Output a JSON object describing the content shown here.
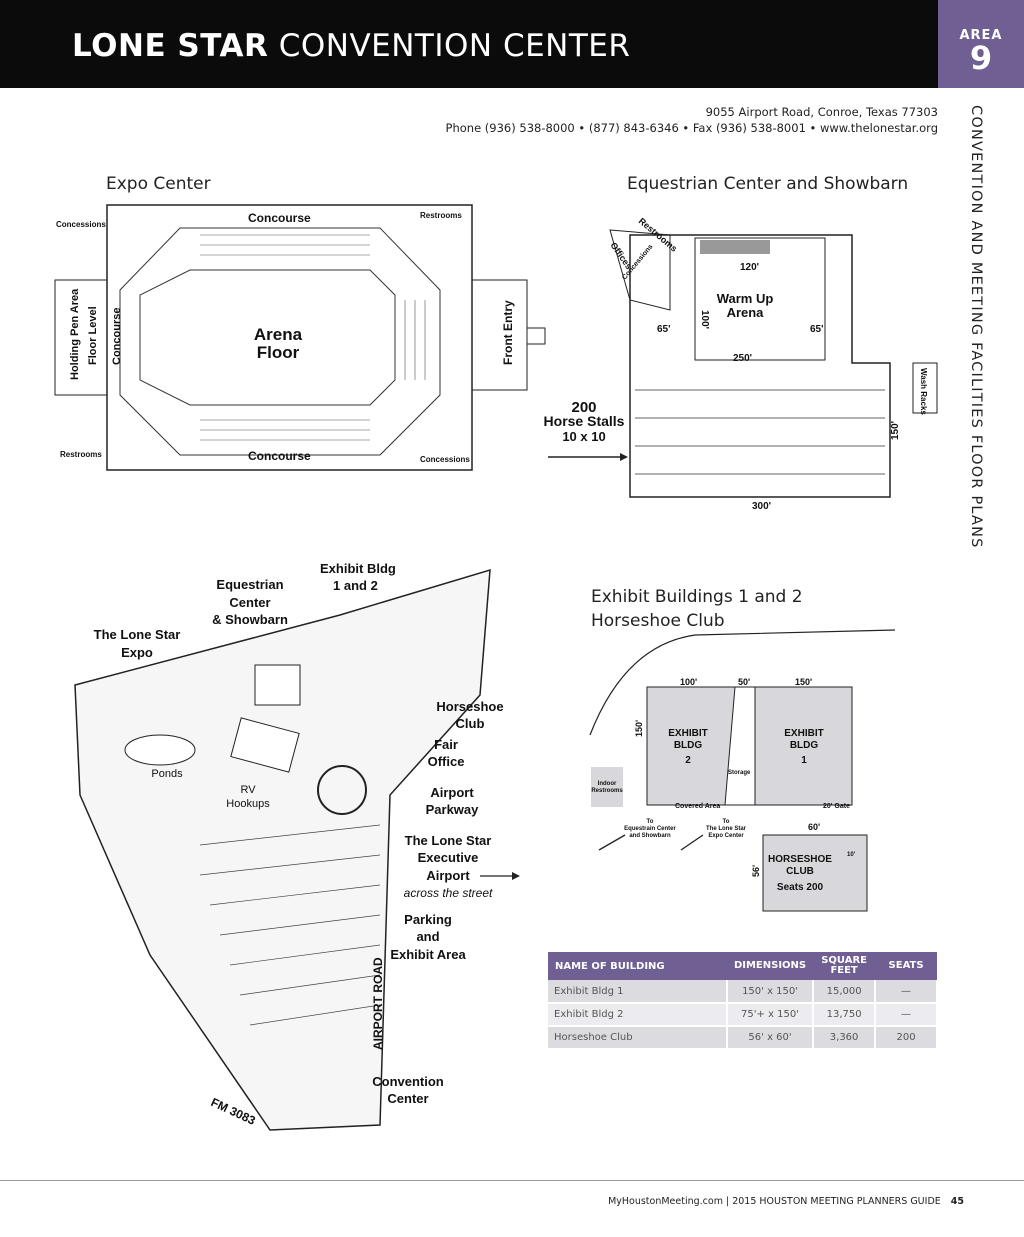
{
  "header": {
    "title_bold": "LONE STAR",
    "title_rest": "CONVENTION CENTER",
    "area_label": "AREA",
    "area_number": "9",
    "accent": "#6f5f93"
  },
  "side_title": "CONVENTION AND MEETING FACILITIES FLOOR PLANS",
  "contact": {
    "address": "9055 Airport Road, Conroe, Texas 77303",
    "line2": "Phone (936) 538-8000  •  (877) 843-6346  •  Fax (936) 538-8001  •  www.thelonestar.org"
  },
  "expo": {
    "title": "Expo Center",
    "concessions_tl": "Concessions",
    "concourse_top": "Concourse",
    "restrooms_tr": "Restrooms",
    "holding": "Holding Pen Area",
    "floor_level": "Floor Level",
    "concourse_left": "Concourse",
    "arena1": "Arena",
    "arena2": "Floor",
    "front_entry": "Front Entry",
    "restrooms_bl": "Restrooms",
    "concourse_bottom": "Concourse",
    "concessions_br": "Concessions"
  },
  "equestrian": {
    "title": "Equestrian Center and Showbarn",
    "restrooms": "Restrooms",
    "offices": "Offices",
    "concessions": "Concessions",
    "dim120": "120'",
    "dim100": "100'",
    "warm1": "Warm Up",
    "warm2": "Arena",
    "dim65a": "65'",
    "dim65b": "65'",
    "dim250": "250'",
    "stalls1": "200",
    "stalls2": "Horse Stalls",
    "stalls3": "10 x 10",
    "wash": "Wash Racks",
    "dim150": "150'",
    "dim300": "300'"
  },
  "site": {
    "exhibit": [
      "Exhibit Bldg",
      "1 and 2"
    ],
    "equestrian": [
      "Equestrian",
      "Center",
      "& Showbarn"
    ],
    "expo": [
      "The Lone Star",
      "Expo"
    ],
    "horseshoe": [
      "Horseshoe",
      "Club"
    ],
    "fair": [
      "Fair",
      "Office"
    ],
    "ponds": "Ponds",
    "rv": [
      "RV",
      "Hookups"
    ],
    "airport_pkwy": [
      "Airport",
      "Parkway"
    ],
    "exec": [
      "The Lone Star",
      "Executive",
      "Airport"
    ],
    "across": "across the street",
    "parking": [
      "Parking",
      "and",
      "Exhibit Area"
    ],
    "airport_road": "AIRPORT ROAD",
    "convention": [
      "Convention",
      "Center"
    ],
    "fm": "FM 3083"
  },
  "exhibit": {
    "title1": "Exhibit Buildings 1 and 2",
    "title2": "Horseshoe Club",
    "d100": "100'",
    "d50": "50'",
    "d150h": "150'",
    "d150v": "150'",
    "b2": [
      "EXHIBIT",
      "BLDG",
      "2"
    ],
    "b1": [
      "EXHIBIT",
      "BLDG",
      "1"
    ],
    "storage": "Storage",
    "indoor": [
      "Indoor",
      "Restrooms"
    ],
    "covered": "Covered Area",
    "gate": "20' Gate",
    "to_eq": [
      "To",
      "Equestrain Center",
      "and Showbarn"
    ],
    "to_expo": [
      "To",
      "The Lone Star",
      "Expo Center"
    ],
    "d60": "60'",
    "d56": "56'",
    "hs": [
      "HORSESHOE",
      "CLUB",
      "Seats 200"
    ],
    "d10": "10'"
  },
  "table": {
    "headers": [
      "NAME OF BUILDING",
      "DIMENSIONS",
      "SQUARE FEET",
      "SEATS"
    ],
    "rows": [
      [
        "Exhibit Bldg 1",
        "150' x 150'",
        "15,000",
        "—"
      ],
      [
        "Exhibit Bldg 2",
        "75'+ x 150'",
        "13,750",
        "—"
      ],
      [
        "Horseshoe Club",
        "56' x 60'",
        "3,360",
        "200"
      ]
    ]
  },
  "footer": {
    "site": "MyHoustonMeeting.com  |  2015 HOUSTON MEETING PLANNERS GUIDE",
    "page": "45"
  }
}
